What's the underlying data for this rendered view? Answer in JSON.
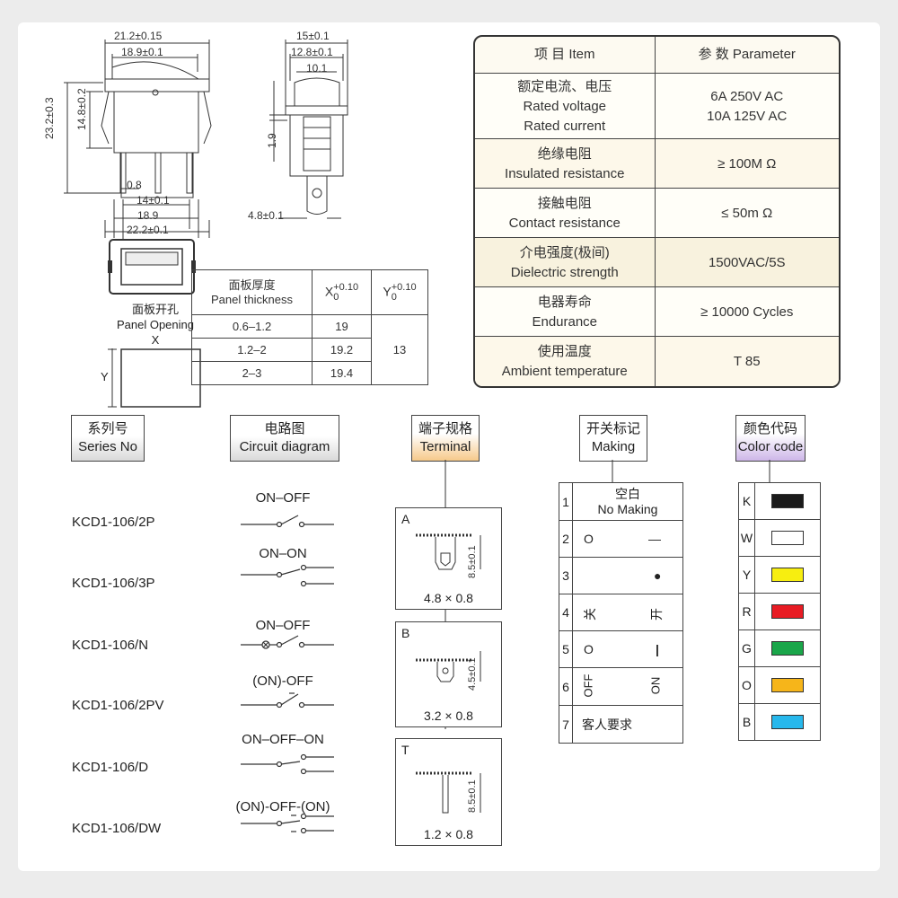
{
  "top_dimensions": {
    "width_outer": "21.2±0.15",
    "width_inner": "18.9±0.1",
    "height_total": "23.2±0.3",
    "height_body": "14.8±0.2",
    "pin_width": "0.8",
    "pin_pitch": "14±0.1",
    "base_width": "18.9",
    "base_outer": "22.2±0.1",
    "side_width": "15±0.1",
    "side_inner": "12.8±0.1",
    "side_rocker": "10.1",
    "side_clip": "1.9",
    "side_tab": "4.8±0.1"
  },
  "panel_opening": {
    "title_cn": "面板开孔",
    "title_en": "Panel Opening",
    "x_label": "X",
    "y_label": "Y"
  },
  "thickness_table": {
    "header_cn": "面板厚度",
    "header_en": "Panel thickness",
    "x_head": "X",
    "x_tol_top": "+0.10",
    "x_tol_bottom": "0",
    "y_head": "Y",
    "y_tol_top": "+0.10",
    "y_tol_bottom": "0",
    "rows": [
      {
        "thickness": "0.6–1.2",
        "x": "19"
      },
      {
        "thickness": "1.2–2",
        "x": "19.2"
      },
      {
        "thickness": "2–3",
        "x": "19.4"
      }
    ],
    "y_value": "13"
  },
  "parameter_table": {
    "header_item": "项 目   Item",
    "header_param": "参 数   Parameter",
    "rows": [
      {
        "item_cn": "额定电流、电压",
        "item_en1": "Rated voltage",
        "item_en2": "Rated current",
        "value1": "6A  250V AC",
        "value2": "10A 125V AC"
      },
      {
        "item_cn": "绝缘电阻",
        "item_en1": "Insulated resistance",
        "item_en2": "",
        "value1": "≥ 100M Ω",
        "value2": ""
      },
      {
        "item_cn": "接触电阻",
        "item_en1": "Contact resistance",
        "item_en2": "",
        "value1": "≤ 50m Ω",
        "value2": ""
      },
      {
        "item_cn": "介电强度(极间)",
        "item_en1": "Dielectric strength",
        "item_en2": "",
        "value1": "1500VAC/5S",
        "value2": ""
      },
      {
        "item_cn": "电器寿命",
        "item_en1": "Endurance",
        "item_en2": "",
        "value1": "≥ 10000 Cycles",
        "value2": ""
      },
      {
        "item_cn": "使用温度",
        "item_en1": "Ambient temperature",
        "item_en2": "",
        "value1": "T 85",
        "value2": ""
      }
    ]
  },
  "sections": {
    "series": {
      "cn": "系列号",
      "en": "Series No"
    },
    "circuit": {
      "cn": "电路图",
      "en": "Circuit diagram"
    },
    "terminal": {
      "cn": "端子规格",
      "en": "Terminal"
    },
    "making": {
      "cn": "开关标记",
      "en": "Making"
    },
    "color": {
      "cn": "颜色代码",
      "en": "Color code"
    }
  },
  "series": [
    {
      "name": "KCD1-106/2P",
      "circuit": "ON–OFF"
    },
    {
      "name": "KCD1-106/3P",
      "circuit": "ON–ON"
    },
    {
      "name": "KCD1-106/N",
      "circuit": "ON–OFF"
    },
    {
      "name": "KCD1-106/2PV",
      "circuit": "(ON)-OFF"
    },
    {
      "name": "KCD1-106/D",
      "circuit": "ON–OFF–ON"
    },
    {
      "name": "KCD1-106/DW",
      "circuit": "(ON)-OFF-(ON)"
    }
  ],
  "terminals": [
    {
      "letter": "A",
      "size": "4.8 × 0.8",
      "dim": "8.5±0.1"
    },
    {
      "letter": "B",
      "size": "3.2 × 0.8",
      "dim": "4.5±0.1"
    },
    {
      "letter": "T",
      "size": "1.2 × 0.8",
      "dim": "8.5±0.1"
    }
  ],
  "markings": [
    {
      "no": "1",
      "cn": "空白",
      "en": "No Making"
    },
    {
      "no": "2",
      "left": "O",
      "right": "—"
    },
    {
      "no": "3",
      "right": "●"
    },
    {
      "no": "4",
      "left": "关",
      "right": "开"
    },
    {
      "no": "5",
      "left": "O",
      "right": "|"
    },
    {
      "no": "6",
      "left": "OFF",
      "right": "ON"
    },
    {
      "no": "7",
      "text": "客人要求"
    }
  ],
  "colors": [
    {
      "code": "K",
      "hex": "#1a1a1a"
    },
    {
      "code": "W",
      "hex": "#ffffff"
    },
    {
      "code": "Y",
      "hex": "#f7ee10"
    },
    {
      "code": "R",
      "hex": "#e81c24"
    },
    {
      "code": "G",
      "hex": "#1aa64a"
    },
    {
      "code": "O",
      "hex": "#f6b51a"
    },
    {
      "code": "B",
      "hex": "#27b8ec"
    }
  ]
}
